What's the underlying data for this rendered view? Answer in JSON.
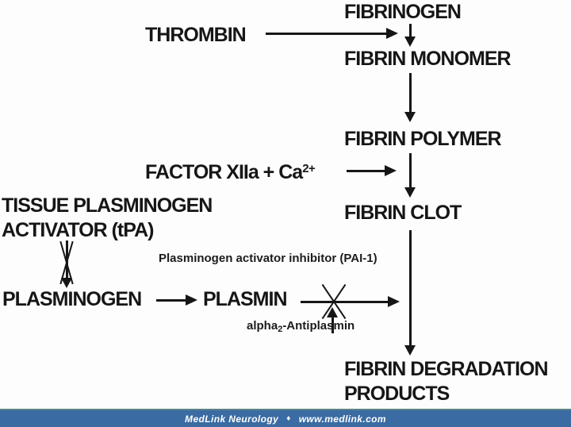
{
  "diagram": {
    "ink_color": "#161616",
    "background_color": "#fdfdfd",
    "nodes": {
      "fibrinogen": "FIBRINOGEN",
      "fibrin_monomer": "FIBRIN MONOMER",
      "fibrin_polymer": "FIBRIN POLYMER",
      "fibrin_clot": "FIBRIN CLOT",
      "fdp_line1": "FIBRIN DEGRADATION",
      "fdp_line2": "PRODUCTS",
      "plasminogen": "PLASMINOGEN",
      "plasmin": "PLASMIN"
    },
    "labels": {
      "thrombin": "THROMBIN",
      "factor_xiia_base": "FACTOR XIIa + Ca",
      "factor_xiia_sup": "2+",
      "tpa_line1": "TISSUE PLASMINOGEN",
      "tpa_line2": "ACTIVATOR (tPA)",
      "pai1": "Plasminogen activator inhibitor (PAI-1)",
      "antiplasmin_pre": "alpha",
      "antiplasmin_sub": "2",
      "antiplasmin_post": "-Antiplasmin"
    }
  },
  "footer": {
    "brand": "MedLink Neurology",
    "separator": "♦",
    "url": "www.medlink.com",
    "bar_color": "#3a6ba3",
    "accent_line_color": "#5c8288",
    "text_color": "#ffffff"
  }
}
